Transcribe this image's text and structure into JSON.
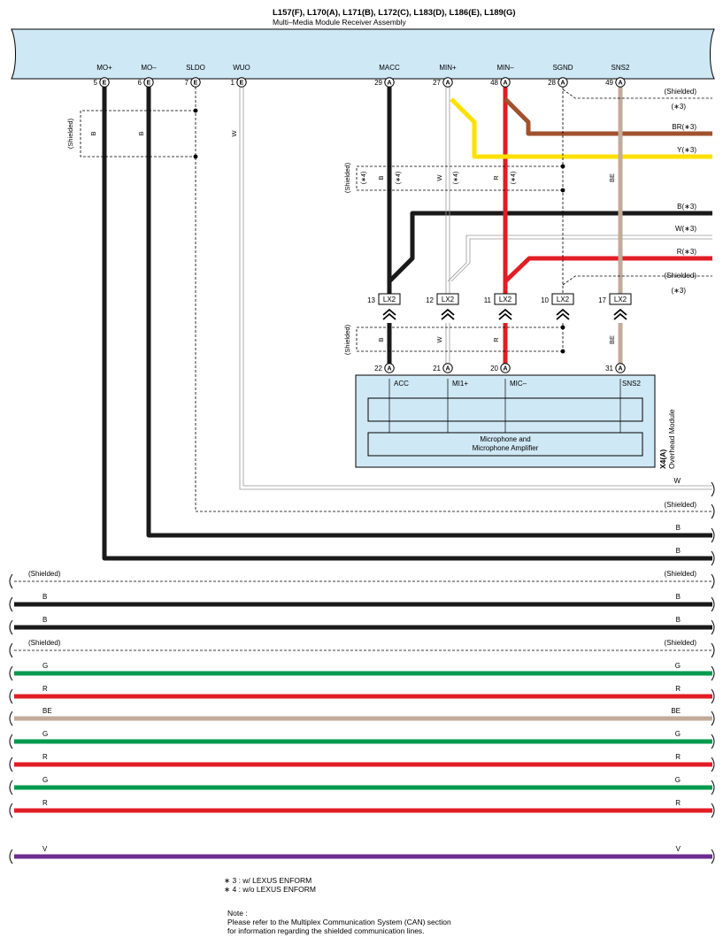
{
  "header": {
    "codes": "L157(F), L170(A), L171(B), L172(C), L183(D), L186(E), L189(G)",
    "name": "Multi–Media Module Receiver Assembly"
  },
  "receiver_pins": [
    {
      "num": "5",
      "conn": "E",
      "label": "MO+"
    },
    {
      "num": "6",
      "conn": "E",
      "label": "MO–"
    },
    {
      "num": "7",
      "conn": "E",
      "label": "SLDO"
    },
    {
      "num": "1",
      "conn": "E",
      "label": "WUO"
    },
    {
      "num": "29",
      "conn": "A",
      "label": "MACC"
    },
    {
      "num": "27",
      "conn": "A",
      "label": "MIN+"
    },
    {
      "num": "48",
      "conn": "A",
      "label": "MIN–"
    },
    {
      "num": "28",
      "conn": "A",
      "label": "SGND"
    },
    {
      "num": "49",
      "conn": "A",
      "label": "SNS2"
    }
  ],
  "junction": {
    "label": "LX2",
    "pins": [
      "13",
      "12",
      "11",
      "10",
      "17"
    ]
  },
  "overhead_pins": [
    {
      "num": "22",
      "conn": "A",
      "label": "ACC"
    },
    {
      "num": "21",
      "conn": "A",
      "label": "MI1+"
    },
    {
      "num": "20",
      "conn": "A",
      "label": "MIC–"
    },
    {
      "num": "31",
      "conn": "A",
      "label": "SNS2"
    }
  ],
  "overhead_module": {
    "code": "X4(A)",
    "name": "Overhead Module",
    "inner_label_1": "Microphone and",
    "inner_label_2": "Microphone Amplifier"
  },
  "wire_labels": {
    "shielded": "(Shielded)",
    "star3": "(∗3)",
    "star4": "(∗4)",
    "B": "B",
    "W": "W",
    "R": "R",
    "G": "G",
    "BE": "BE",
    "V": "V",
    "BR3": "BR(∗3)",
    "Y3": "Y(∗3)",
    "B3": "B(∗3)",
    "W3": "W(∗3)",
    "R3": "R(∗3)"
  },
  "wire_colors": {
    "B": "#1a1a1a",
    "W": "#b5b5b5",
    "R": "#e21d24",
    "Y": "#ffe100",
    "BR": "#a0522d",
    "BE": "#c2ab99",
    "G": "#009a4e",
    "V": "#6c2c91",
    "body": "#cfe8f5"
  },
  "footnotes": {
    "note3": "∗ 3 : w/ LEXUS ENFORM",
    "note4": "∗ 4 : w/o LEXUS ENFORM",
    "note_title": "Note :",
    "note_line1": "Please refer to the Multiplex Communication System (CAN) section",
    "note_line2": "for information regarding the shielded communication lines."
  }
}
